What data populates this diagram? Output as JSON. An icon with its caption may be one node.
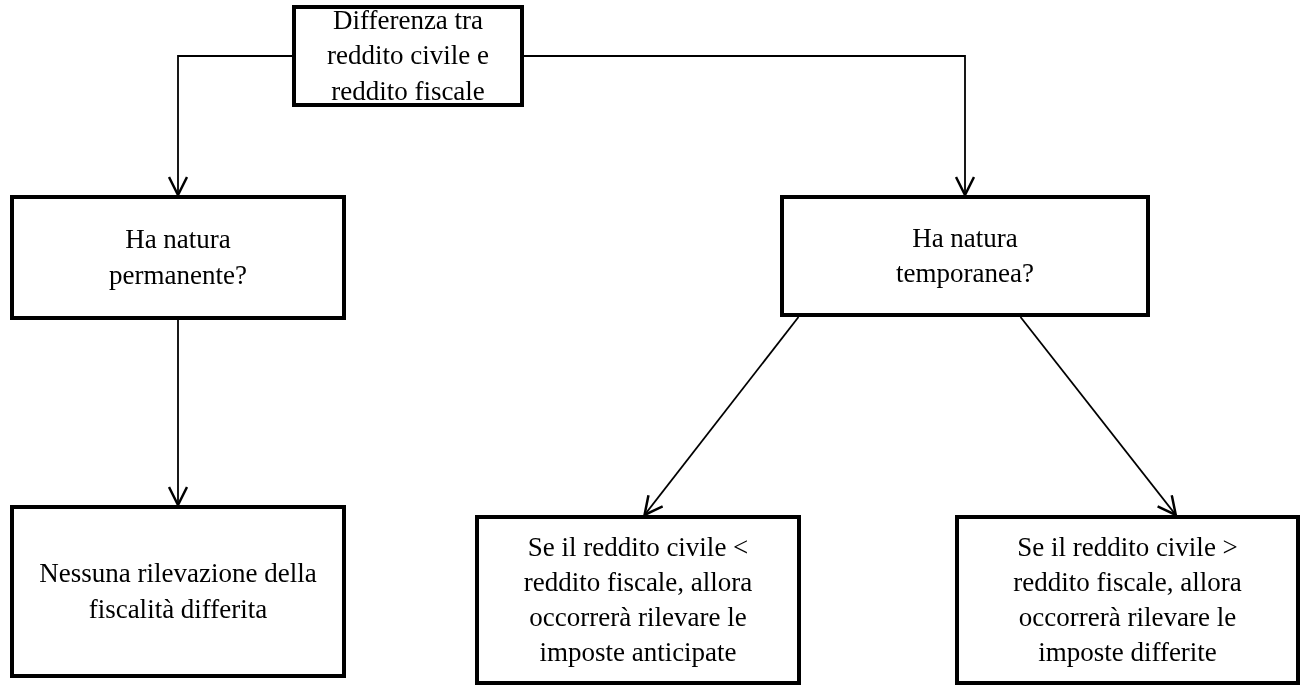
{
  "diagram": {
    "nodes": [
      {
        "text": [
          "Differenza tra reddito civile e reddito fiscale"
        ]
      },
      {
        "text": [
          "Ha natura permanente?"
        ]
      },
      {
        "text": [
          "Ha natura temporanea?"
        ]
      },
      {
        "text": [
          "Nessuna rilevazione della fiscalità differita"
        ]
      },
      {
        "text": [
          "Se il reddito civile < reddito fiscale, allora occorrerà rilevare le imposte anticipate"
        ]
      },
      {
        "text": [
          "Se il reddito civile > reddito fiscale, allora occorrerà rilevare le imposte differite"
        ]
      }
    ],
    "edges": [
      {
        "from": 0,
        "to": 1,
        "arrow": "to"
      },
      {
        "from": 0,
        "to": 2,
        "arrow": "to"
      },
      {
        "from": 1,
        "to": 3,
        "arrow": "to"
      },
      {
        "from": 2,
        "to": 4,
        "arrow": "to"
      },
      {
        "from": 2,
        "to": 5,
        "arrow": "to"
      }
    ]
  }
}
